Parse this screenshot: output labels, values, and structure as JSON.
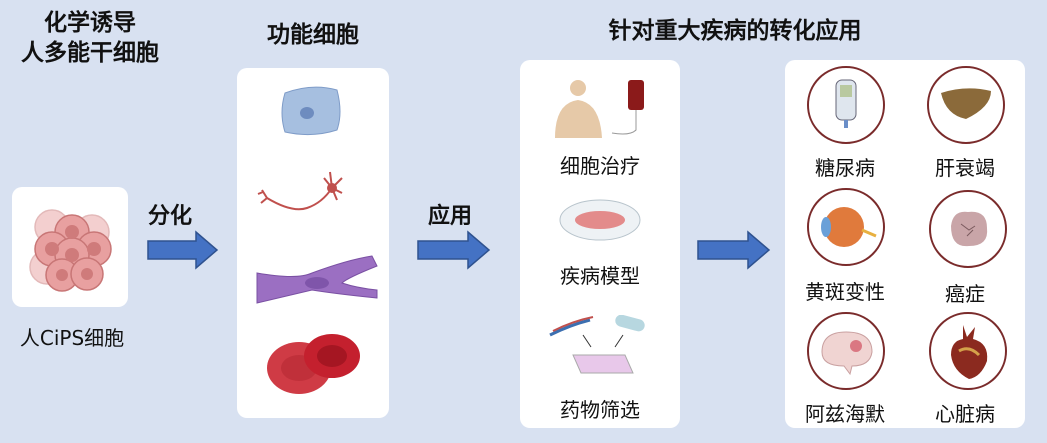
{
  "stem_title": {
    "line1": "化学诱导",
    "line2": "人多能干细胞"
  },
  "cips_label": "人CiPS细胞",
  "differentiate_label": "分化",
  "functional_title": "功能细胞",
  "functional_cells": [
    "epithelial-cell-icon",
    "neuron-icon",
    "muscle-cell-icon",
    "red-blood-cell-icon"
  ],
  "apply_label": "应用",
  "translation_title": "针对重大疾病的转化应用",
  "applications": [
    {
      "label": "细胞治疗",
      "icon": "cell-therapy-icon"
    },
    {
      "label": "疾病模型",
      "icon": "petri-dish-icon"
    },
    {
      "label": "药物筛选",
      "icon": "drug-screening-icon"
    }
  ],
  "diseases": [
    {
      "label": "糖尿病",
      "icon": "glucose-meter-icon"
    },
    {
      "label": "肝衰竭",
      "icon": "liver-icon"
    },
    {
      "label": "黄斑变性",
      "icon": "eye-icon"
    },
    {
      "label": "癌症",
      "icon": "tumor-icon"
    },
    {
      "label": "阿兹海默",
      "icon": "brain-icon"
    },
    {
      "label": "心脏病",
      "icon": "heart-icon"
    }
  ],
  "colors": {
    "background": "#d8e1f1",
    "arrow": "#4472c4",
    "arrow_border": "#2f528f",
    "circle_border": "#7a2b2b"
  }
}
